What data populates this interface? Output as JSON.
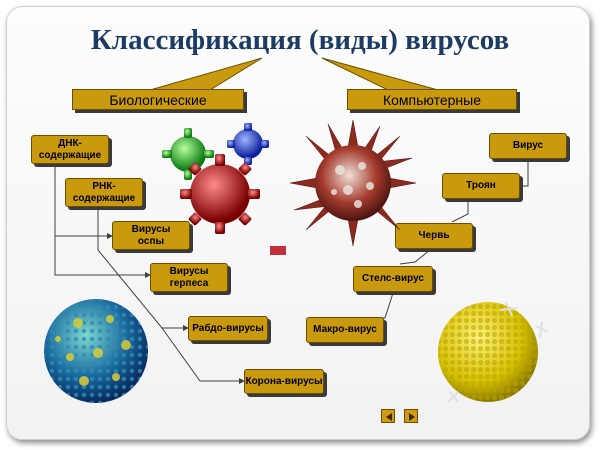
{
  "title": "Классификация (виды) вирусов",
  "categories": {
    "biological": "Биологические",
    "computer": "Компьютерные"
  },
  "biological_items": {
    "dna": "ДНК-\nсодержащие",
    "rna": "РНК-\nсодержащие",
    "pox": "Вирусы\nоспы",
    "herpes": "Вирусы\nгерпеса",
    "rhabdo": "Рабдо-вирусы",
    "corona": "Корона-вирусы"
  },
  "computer_items": {
    "virus": "Вирус",
    "trojan": "Троян",
    "worm": "Червь",
    "stealth": "Стелс-вирус",
    "macro": "Макро-вирус"
  },
  "colors": {
    "box_fill": "#c99a0e",
    "title_color": "#1c3c64",
    "connector": "#404040"
  },
  "nav": {
    "back_icon": "triangle-left-icon",
    "forward_icon": "triangle-right-icon"
  }
}
